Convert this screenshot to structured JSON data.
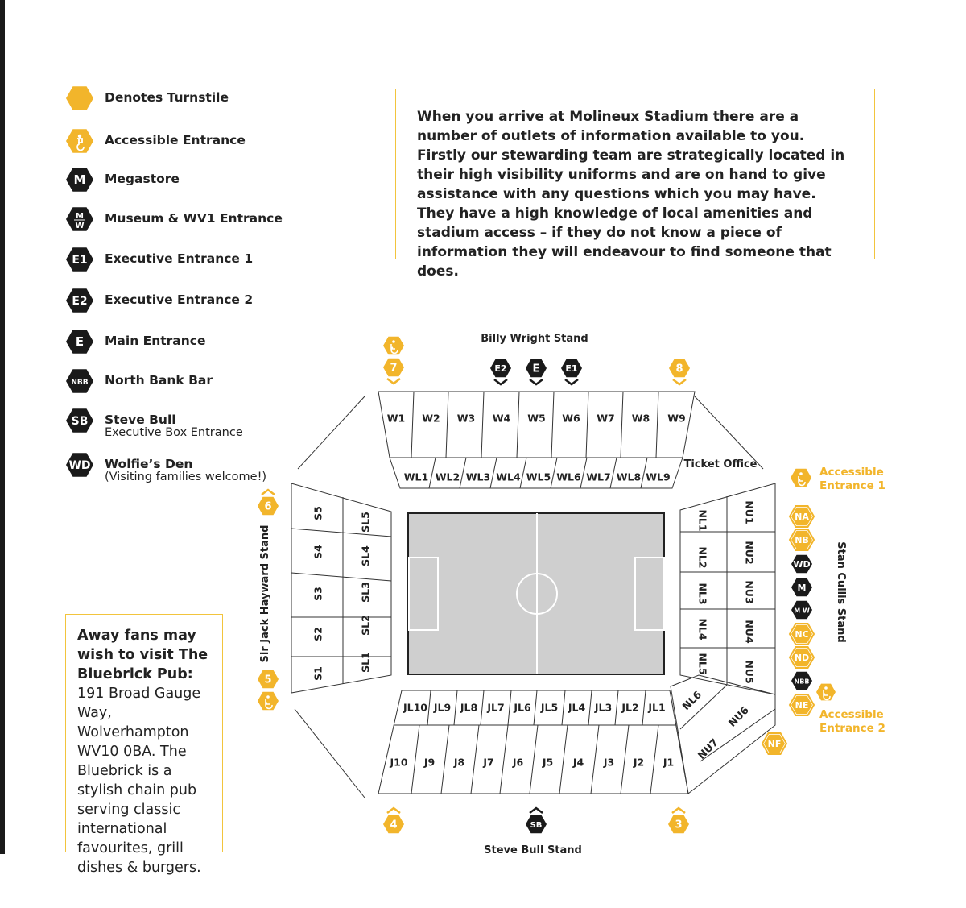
{
  "legend": [
    {
      "icon": "turnstile-icon",
      "label": "Denotes Turnstile",
      "sub": ""
    },
    {
      "icon": "accessible-icon",
      "label": "Accessible Entrance",
      "sub": ""
    },
    {
      "icon": "megastore-icon",
      "code": "M",
      "label": "Megastore",
      "sub": ""
    },
    {
      "icon": "museum-icon",
      "code": "M W",
      "label": "Museum & WV1 Entrance",
      "sub": ""
    },
    {
      "icon": "executive-1-icon",
      "code": "E1",
      "label": "Executive Entrance 1",
      "sub": ""
    },
    {
      "icon": "executive-2-icon",
      "code": "E2",
      "label": "Executive Entrance 2",
      "sub": ""
    },
    {
      "icon": "main-entrance-icon",
      "code": "E",
      "label": "Main Entrance",
      "sub": ""
    },
    {
      "icon": "north-bank-bar-icon",
      "code": "NBB",
      "label": "North Bank Bar",
      "sub": ""
    },
    {
      "icon": "steve-bull-icon",
      "code": "SB",
      "label": "Steve Bull",
      "sub": "Executive Box Entrance"
    },
    {
      "icon": "wolfies-den-icon",
      "code": "WD",
      "label": "Wolfie’s Den",
      "sub": "(Visiting families welcome!)"
    }
  ],
  "info_text": "When you arrive at Molineux Stadium there are a number of outlets of information available to you. Firstly our stewarding team are strategically located in their high visibility uniforms and are on hand to give assistance with any questions which you may have. They have a high knowledge of local amenities and stadium access – if they do not know a piece of information they will endeavour to find someone that does.",
  "away": {
    "bold": "Away fans may wish to visit The Bluebrick Pub:",
    "text": " 191 Broad Gauge Way, Wolverhampton WV10 0BA. The Bluebrick is a stylish chain pub serving classic international favourites, grill dishes & burgers."
  },
  "stands": {
    "north": "Billy Wright Stand",
    "south": "Steve Bull Stand",
    "west": "Sir Jack Hayward Stand",
    "east": "Stan Cullis Stand"
  },
  "labels": {
    "ticket_office": "Ticket Office",
    "accessible_1": [
      "Accessible",
      "Entrance 1"
    ],
    "accessible_2": [
      "Accessible",
      "Entrance 2"
    ]
  },
  "seats": {
    "w_upper": [
      "W1",
      "W2",
      "W3",
      "W4",
      "W5",
      "W6",
      "W7",
      "W8",
      "W9"
    ],
    "w_lower": [
      "WL1",
      "WL2",
      "WL3",
      "WL4",
      "WL5",
      "WL6",
      "WL7",
      "WL8",
      "WL9"
    ],
    "s_outer": [
      "S5",
      "S4",
      "S3",
      "S2",
      "S1"
    ],
    "s_inner": [
      "SL5",
      "SL4",
      "SL3",
      "SL2",
      "SL1"
    ],
    "n_inner": [
      "NL1",
      "NL2",
      "NL3",
      "NL4",
      "NL5"
    ],
    "n_outer": [
      "NU1",
      "NU2",
      "NU3",
      "NU4",
      "NU5"
    ],
    "corner": [
      "NL6",
      "NU6",
      "NU7"
    ],
    "j_lower": [
      "JL10",
      "JL9",
      "JL8",
      "JL7",
      "JL6",
      "JL5",
      "JL4",
      "JL3",
      "JL2",
      "JL1"
    ],
    "j_upper": [
      "J10",
      "J9",
      "J8",
      "J7",
      "J6",
      "J5",
      "J4",
      "J3",
      "J2",
      "J1"
    ]
  },
  "turnstiles": {
    "numbers": [
      "7",
      "8",
      "6",
      "5",
      "4",
      "3"
    ],
    "north_entrances": [
      "E2",
      "E",
      "E1"
    ],
    "south_entrance": "SB",
    "east": [
      "NA",
      "NB",
      "WD",
      "M",
      "M W",
      "NC",
      "ND",
      "NBB",
      "NE",
      "NF"
    ]
  },
  "colors": {
    "yellow": "#f2b52b",
    "dark": "#1a1a1a",
    "pitch": "#cfcfcf",
    "border": "#f2c43d"
  }
}
